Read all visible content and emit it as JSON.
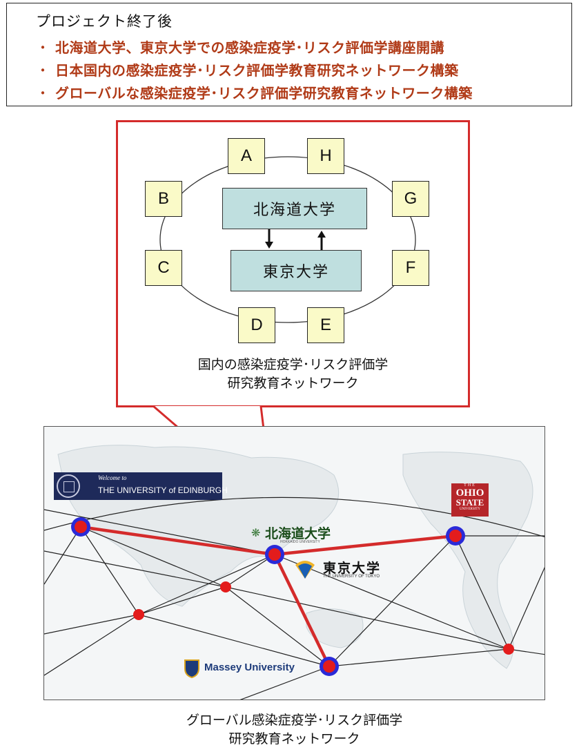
{
  "header": {
    "title": "プロジェクト終了後",
    "bullets": [
      "北海道大学、東京大学での感染症疫学･リスク評価学講座開講",
      "日本国内の感染症疫学･リスク評価学教育研究ネットワーク構築",
      "グローバルな感染症疫学･リスク評価学研究教育ネットワーク構築"
    ]
  },
  "domestic": {
    "nodes": [
      "A",
      "H",
      "B",
      "G",
      "C",
      "F",
      "D",
      "E"
    ],
    "hokkaido": "北海道大学",
    "tokyo": "東京大学",
    "caption_line1": "国内の感染症疫学･リスク評価学",
    "caption_line2": "研究教育ネットワーク"
  },
  "map": {
    "edinburgh_welcome": "Welcome to",
    "edinburgh_name": "THE UNIVERSITY of EDINBURGH",
    "hokkaido_logo": "北海道大学",
    "hokkaido_sub": "HOKKAIDO UNIVERSITY",
    "tokyo_logo": "東京大学",
    "tokyo_sub": "THE UNIVERSITY OF TOKYO",
    "ohio_the": "THE",
    "ohio_name1": "OHIO",
    "ohio_name2": "STATE",
    "ohio_sub": "UNIVERSITY",
    "massey": "Massey University"
  },
  "global_caption": {
    "line1": "グローバル感染症疫学･リスク評価学",
    "line2": "研究教育ネットワーク"
  },
  "colors": {
    "accent_red": "#d42b2b",
    "bullet_text": "#b03a17",
    "node_fill": "#fafac8",
    "uni_fill": "#bfdfdf",
    "hub_ring": "#2a2ad8"
  }
}
